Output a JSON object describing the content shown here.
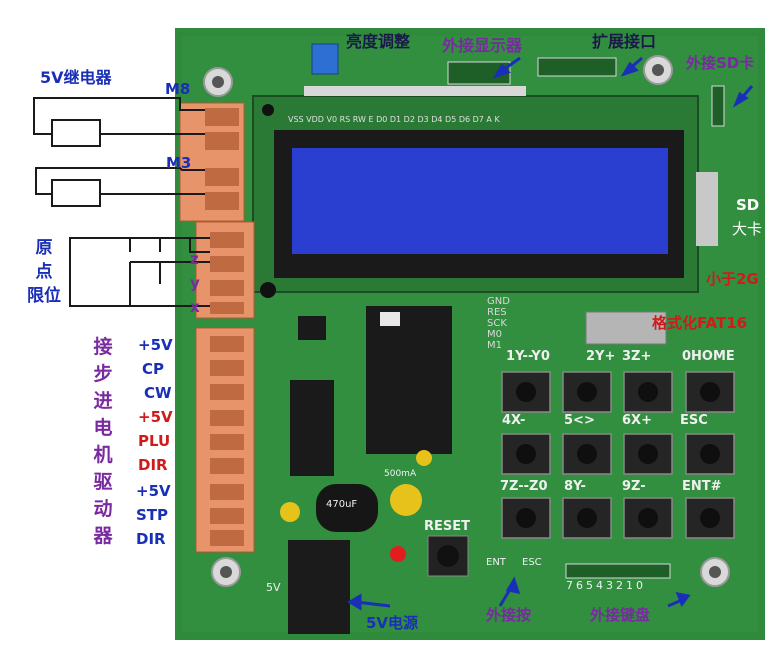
{
  "labels": {
    "relay": "5V继电器",
    "m8": "M8",
    "m3": "M3",
    "origin_limit": [
      "原",
      "点",
      "限位"
    ],
    "axis_z": "z",
    "axis_y": "y",
    "axis_x": "x",
    "stepper_driver": [
      "接",
      "步",
      "进",
      "电",
      "机",
      "驱",
      "动",
      "器"
    ],
    "plus5v_1": "+5V",
    "cp": "CP",
    "cw": "CW",
    "plus5v_2": "+5V",
    "plu": "PLU",
    "dir_1": "DIR",
    "plus5v_3": "+5V",
    "stp": "STP",
    "dir_2": "DIR",
    "brightness": "亮度调整",
    "ext_display": "外接显示器",
    "ext_port": "扩展接口",
    "ext_sd": "外接SD卡",
    "sd_big": "SD",
    "sd_card": "大卡",
    "small_2g": "小于2G",
    "format_fat16": "格式化FAT16",
    "power_5v": "5V电源",
    "ext_button": "外接按",
    "ext_keyboard": "外接键盘"
  },
  "keypad": {
    "rows": [
      [
        "1Y--Y0",
        "2Y+",
        "3Z+",
        "0HOME"
      ],
      [
        "4X-",
        "5<>",
        "6X+",
        "ESC"
      ],
      [
        "7Z--Z0",
        "8Y-",
        "9Z-",
        "ENT#"
      ]
    ]
  },
  "board": {
    "reset_label": "RESET",
    "ent_label": "ENT",
    "esc_label": "ESC",
    "keyboard_pins": "76543210",
    "lcd_pins": "VSS VDD V0 RS RW E D0 D1 D2 D3 D4 D5 D6 D7 A K",
    "mode_labels": [
      "GND",
      "RES",
      "SCK",
      "M0",
      "M1"
    ],
    "power_label": "5V",
    "cap_label": "470uF",
    "fuse_label": "500mA"
  },
  "colors": {
    "pcb": "#2f8a3c",
    "terminal": "#e8946a",
    "lcd": "#2a3fd0",
    "label_blue": "#1a2fb8",
    "label_purple": "#7a2aa0",
    "label_red": "#d11a1a"
  }
}
